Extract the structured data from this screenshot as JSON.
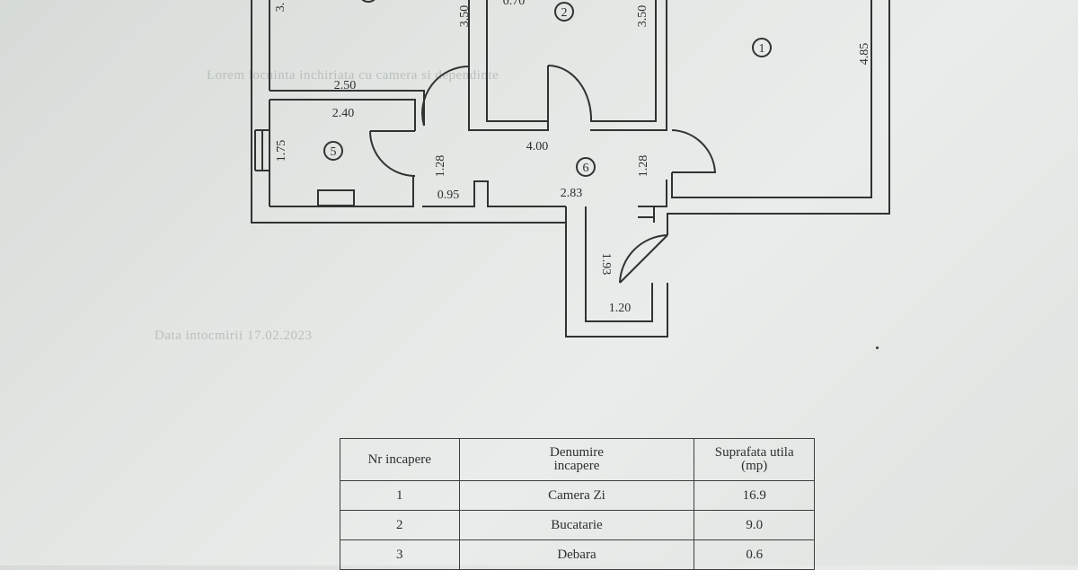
{
  "plan": {
    "dimensions": {
      "top_left_width": "2.50",
      "kitchen_inner": "2.40",
      "kitchen_height": "1.75",
      "left_room_height": "3.",
      "room2_left_height": "3.50",
      "room2_right_height": "3.50",
      "room2_width": "0.70",
      "room1_height": "4.85",
      "hall_length": "4.00",
      "hall_left_height": "1.28",
      "hall_right_height": "1.28",
      "hall_bottom_left": "0.95",
      "hall_bottom_right": "2.83",
      "entry_height": "1.93",
      "entry_width": "1.20"
    },
    "room_markers": [
      "1",
      "2",
      "5",
      "6"
    ]
  },
  "background_text": {
    "line1": "Lorem locuinta inchiriata cu camera si dependinte",
    "line2": "Data intocmirii 17.02.2023"
  },
  "table": {
    "headers": {
      "col1": "Nr incapere",
      "col2_line1": "Denumire",
      "col2_line2": "incapere",
      "col3_line1": "Suprafata utila",
      "col3_line2": "(mp)"
    },
    "rows": [
      {
        "nr": "1",
        "name": "Camera Zi",
        "area": "16.9"
      },
      {
        "nr": "2",
        "name": "Bucatarie",
        "area": "9.0"
      },
      {
        "nr": "3",
        "name": "Debara",
        "area": "0.6"
      }
    ]
  }
}
